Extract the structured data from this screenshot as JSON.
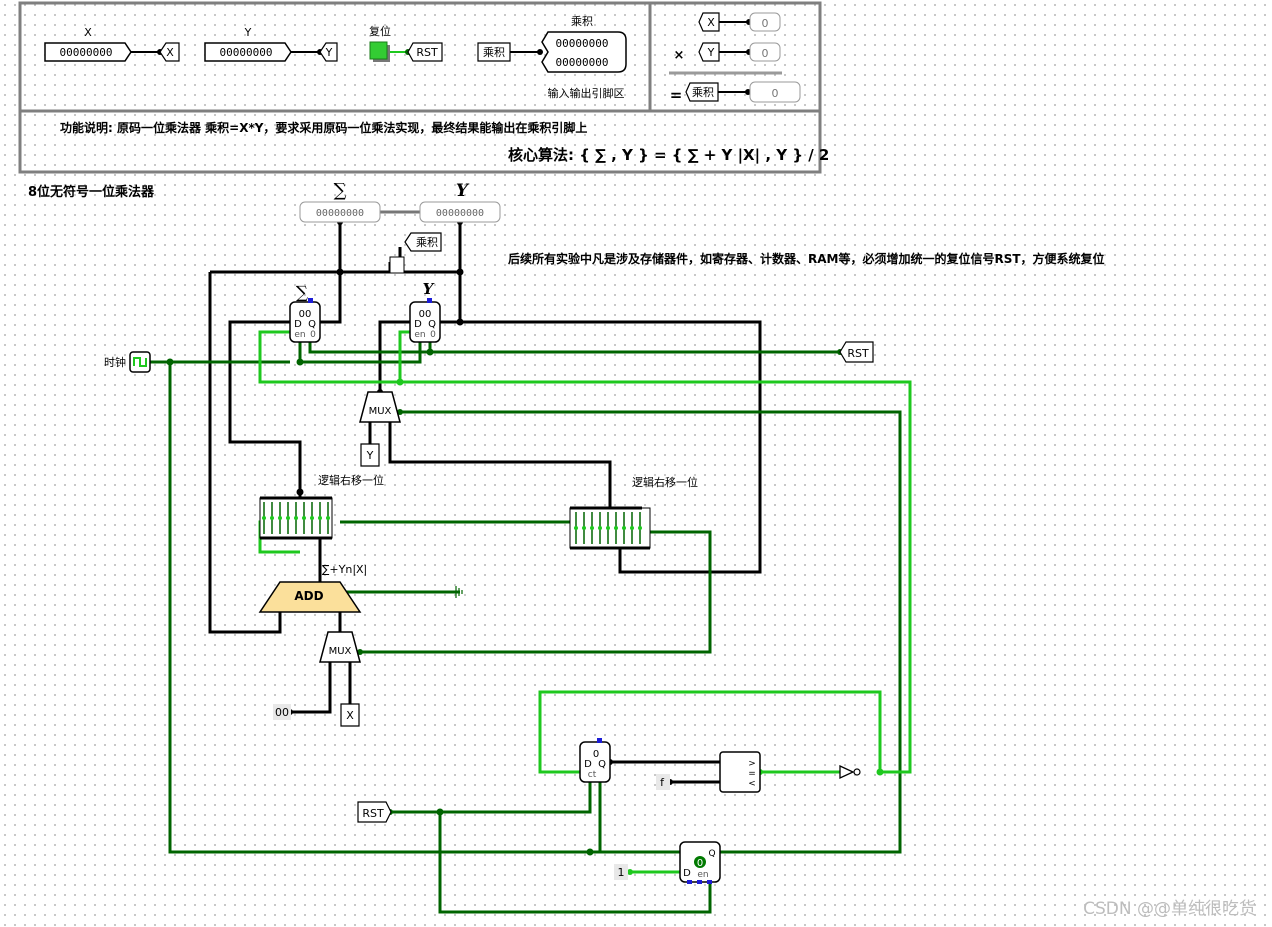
{
  "io_panel": {
    "x_label": "X",
    "x_value": "00000000",
    "x_pin": "X",
    "y_label": "Y",
    "y_value": "00000000",
    "y_pin": "Y",
    "reset_label": "复位",
    "reset_pin": "RST",
    "product_label": "乘积",
    "product_pin": "乘积",
    "product_value_top": "00000000",
    "product_value_bottom": "00000000",
    "area_caption": "输入输出引脚区"
  },
  "calc_panel": {
    "x_pin": "X",
    "x_value": "0",
    "times_sign": "×",
    "y_pin": "Y",
    "y_value": "0",
    "equals_sign": "=",
    "product_pin": "乘积",
    "product_value": "0"
  },
  "description": {
    "function_text": "功能说明: 原码一位乘法器   乘积=X*Y，要求采用原码一位乘法实现，最终结果能输出在乘积引脚上",
    "algorithm_text": "核心算法: { ∑ , Y } = { ∑ + Y  |X|  , Y } / 2"
  },
  "circuit": {
    "title": "8位无符号一位乘法器",
    "note": "后续所有实验中凡是涉及存储器件，如寄存器、计数器、RAM等，必须增加统一的复位信号RST，方便系统复位",
    "sigma_symbol": "∑",
    "y_symbol": "Y",
    "sigma_probe_value": "00000000",
    "y_probe_value": "00000000",
    "product_tunnel": "乘积",
    "clock_label": "时钟",
    "rst_tunnel_right": "RST",
    "rst_tunnel_bottom": "RST",
    "reg_sigma_value": "00",
    "reg_y_value": "00",
    "reg_d": "D",
    "reg_q": "Q",
    "reg_en": "en",
    "reg_zero": "0",
    "mux_label": "MUX",
    "mux_y_tunnel": "Y",
    "mux_x_tunnel": "X",
    "shift_label_left": "逻辑右移一位",
    "shift_label_right": "逻辑右移一位",
    "adder_label": "ADD",
    "adder_caption": "∑+Yn|X|",
    "const_zero": "00",
    "counter_value": "0",
    "counter_d": "D",
    "counter_q": "Q",
    "counter_ct": "ct",
    "const_f": "f",
    "comparator_gt": ">",
    "comparator_eq": "=",
    "comparator_lt": "<",
    "done_reg_value": "0",
    "done_reg_q": "Q",
    "done_reg_d": "D",
    "done_reg_en": "en",
    "const_one": "1",
    "watermark": "CSDN @@单纯很吃货"
  },
  "colors": {
    "wire_dark": "#006400",
    "wire_bright": "#1ec81e",
    "wire_bus": "#000000",
    "adder_fill": "#fbe09b",
    "reset_button": "#33cc33",
    "pin_blue": "#1c1cd6",
    "frame": "#7f7f7f"
  }
}
